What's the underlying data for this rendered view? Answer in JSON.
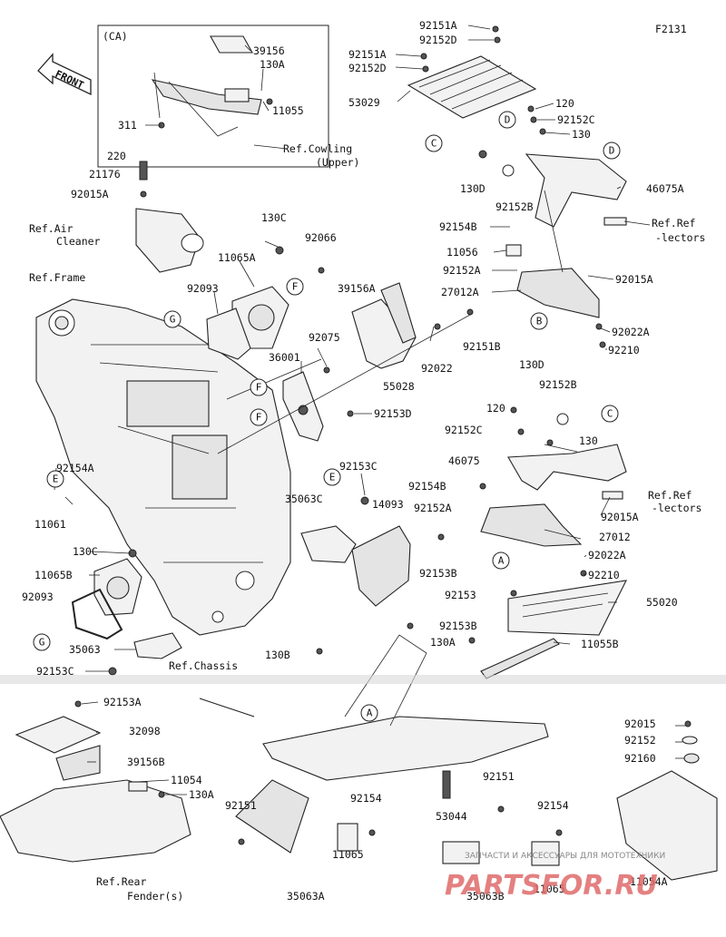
{
  "diagram": {
    "figure_code": "F2131",
    "front_label": "FRONT",
    "inset_label": "(CA)",
    "parts": [
      {
        "text": "39156"
      },
      {
        "text": "130A"
      },
      {
        "text": "11055"
      },
      {
        "text": "311"
      },
      {
        "text": "92151A"
      },
      {
        "text": "92152D"
      },
      {
        "text": "92151A"
      },
      {
        "text": "92152D"
      },
      {
        "text": "53029"
      },
      {
        "text": "120"
      },
      {
        "text": "92152C"
      },
      {
        "text": "130"
      },
      {
        "text": "130D"
      },
      {
        "text": "92152B"
      },
      {
        "text": "46075A"
      },
      {
        "text": "92154B"
      },
      {
        "text": "11056"
      },
      {
        "text": "92152A"
      },
      {
        "text": "92015A"
      },
      {
        "text": "27012A"
      },
      {
        "text": "92022A"
      },
      {
        "text": "92210"
      },
      {
        "text": "220"
      },
      {
        "text": "21176"
      },
      {
        "text": "92015A"
      },
      {
        "text": "130C"
      },
      {
        "text": "11065A"
      },
      {
        "text": "92066"
      },
      {
        "text": "92093"
      },
      {
        "text": "39156A"
      },
      {
        "text": "92075"
      },
      {
        "text": "36001"
      },
      {
        "text": "92022"
      },
      {
        "text": "92151B"
      },
      {
        "text": "55028"
      },
      {
        "text": "92153D"
      },
      {
        "text": "130D"
      },
      {
        "text": "120"
      },
      {
        "text": "92152B"
      },
      {
        "text": "92152C"
      },
      {
        "text": "130"
      },
      {
        "text": "46075"
      },
      {
        "text": "92154B"
      },
      {
        "text": "92152A"
      },
      {
        "text": "92015A"
      },
      {
        "text": "27012"
      },
      {
        "text": "92022A"
      },
      {
        "text": "92210"
      },
      {
        "text": "92154A"
      },
      {
        "text": "11061"
      },
      {
        "text": "92153C"
      },
      {
        "text": "35063C"
      },
      {
        "text": "14093"
      },
      {
        "text": "92153B"
      },
      {
        "text": "130C"
      },
      {
        "text": "11065B"
      },
      {
        "text": "92093"
      },
      {
        "text": "92153"
      },
      {
        "text": "55020"
      },
      {
        "text": "92153B"
      },
      {
        "text": "35063"
      },
      {
        "text": "92153C"
      },
      {
        "text": "130B"
      },
      {
        "text": "130A"
      },
      {
        "text": "11055B"
      },
      {
        "text": "92153A"
      },
      {
        "text": "32098"
      },
      {
        "text": "39156B"
      },
      {
        "text": "11054"
      },
      {
        "text": "130A"
      },
      {
        "text": "92151"
      },
      {
        "text": "92154"
      },
      {
        "text": "92151"
      },
      {
        "text": "53044"
      },
      {
        "text": "92154"
      },
      {
        "text": "11065"
      },
      {
        "text": "35063A"
      },
      {
        "text": "35063B"
      },
      {
        "text": "11065"
      },
      {
        "text": "11054A"
      },
      {
        "text": "92015"
      },
      {
        "text": "92152"
      },
      {
        "text": "92160"
      }
    ],
    "refs": [
      {
        "line1": "Ref.Cowling",
        "line2": "(Upper)"
      },
      {
        "line1": "Ref.Air",
        "line2": "Cleaner"
      },
      {
        "line1": "Ref.Frame",
        "line2": ""
      },
      {
        "line1": "Ref.Ref",
        "line2": "-lectors"
      },
      {
        "line1": "Ref.Ref",
        "line2": "-lectors"
      },
      {
        "line1": "Ref.Chassis",
        "line2": ""
      },
      {
        "line1": "Ref.Rear",
        "line2": "Fender(s)"
      }
    ],
    "callouts": [
      "C",
      "D",
      "D",
      "B",
      "G",
      "F",
      "F",
      "F",
      "E",
      "E",
      "C",
      "A",
      "G",
      "A"
    ],
    "watermark_small": "ЗАПЧАСТИ И АКСЕССУАРЫ ДЛЯ МОТОТЕХНИКИ",
    "watermark_brand": "PARTSFOR.RU"
  }
}
